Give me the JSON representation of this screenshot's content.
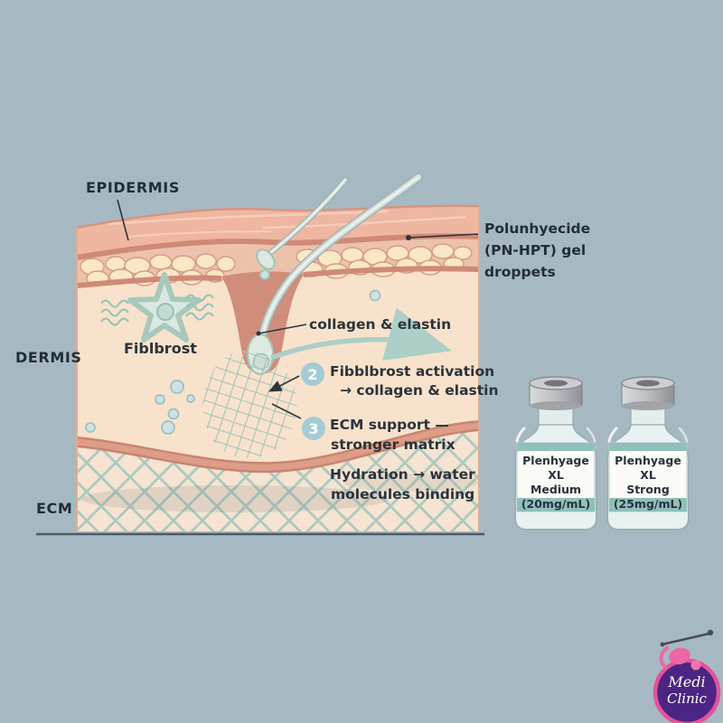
{
  "layer_labels": {
    "epidermis": "EPIDERMIS",
    "dermis": "DERMIS",
    "ecm": "ECM"
  },
  "annotations": {
    "gel_line1": "Polunhyecide",
    "gel_line2": "(PN-HPT) gel",
    "gel_line3": "droppets",
    "fibroblast_cell": "Fiblbrost",
    "collagen_elastin": "collagen & elastin",
    "step2_number": "2",
    "step2_line1": "Fibblbrost activation",
    "step2_line2": "→ collagen & elastin",
    "step3_number": "3",
    "step3_line1": "ECM support —",
    "step3_line2": "stronger matrix",
    "hydration_line1": "Hydration → water",
    "hydration_line2": "molecules binding"
  },
  "vials": [
    {
      "brand": "Plenhyage XL",
      "strength": "Medium",
      "concentration": "(20mg/mL)"
    },
    {
      "brand": "Plenhyage XL",
      "strength": "Strong",
      "concentration": "(25mg/mL)"
    }
  ],
  "logo": {
    "word1": "Medi",
    "word2": "Clinic"
  },
  "colors": {
    "background": "#a6b9c2",
    "dermis_fill": "#f8e2cb",
    "epidermis_fill": "#efb6a2",
    "layer_line": "#cf8a77",
    "mesh_teal": "#a9c8bd",
    "step_circle": "#a4cbd4",
    "vial_band_teal": "#8fc0ba",
    "logo_purple": "#4b2583",
    "logo_pink": "#e7509c",
    "text": "#2b333c"
  }
}
